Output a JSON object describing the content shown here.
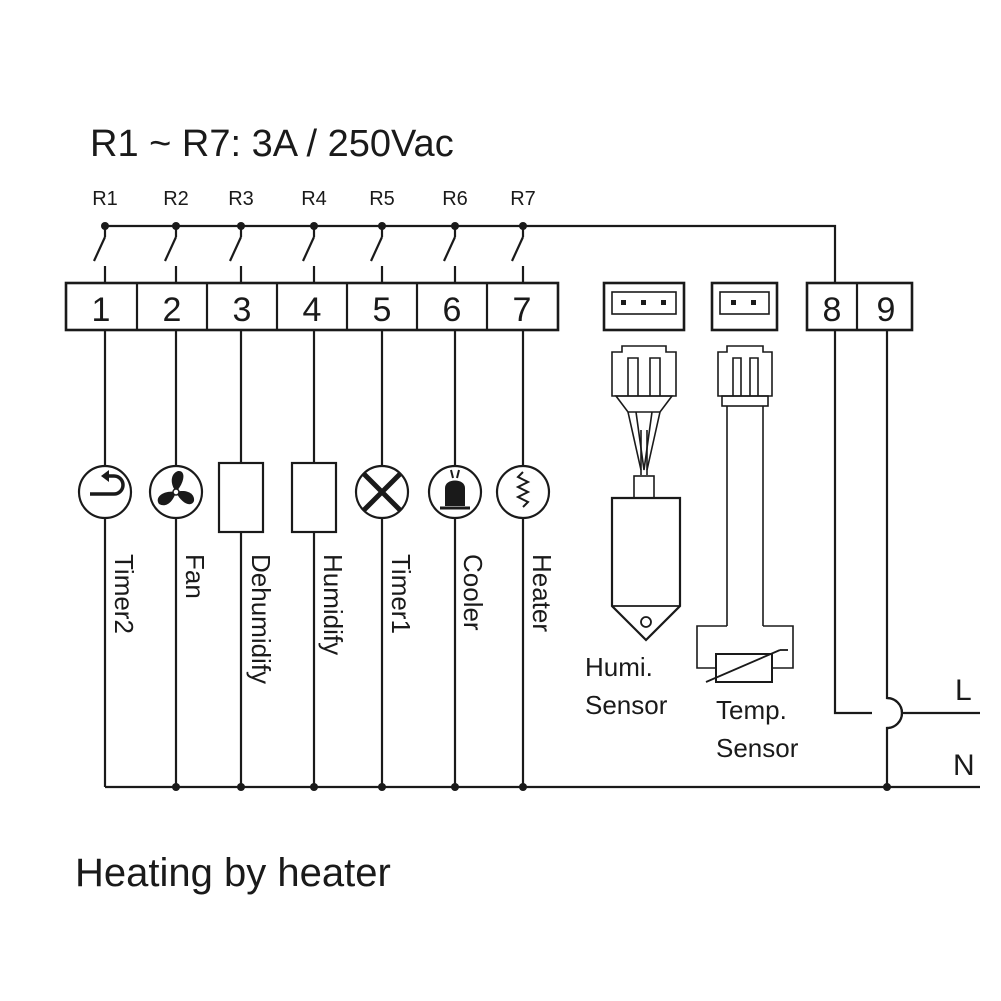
{
  "rating": "R1 ~ R7: 3A / 250Vac",
  "relays": [
    "R1",
    "R2",
    "R3",
    "R4",
    "R5",
    "R6",
    "R7"
  ],
  "terminals": [
    "1",
    "2",
    "3",
    "4",
    "5",
    "6",
    "7"
  ],
  "power_terminals": [
    "8",
    "9"
  ],
  "loads": [
    "Timer2",
    "Fan",
    "Dehumidify",
    "Humidify",
    "Timer1",
    "Cooler",
    "Heater"
  ],
  "sensors": {
    "humi": [
      "Humi.",
      "Sensor"
    ],
    "temp": [
      "Temp.",
      "Sensor"
    ]
  },
  "lines": {
    "live": "L",
    "neutral": "N"
  },
  "caption": "Heating by heater"
}
